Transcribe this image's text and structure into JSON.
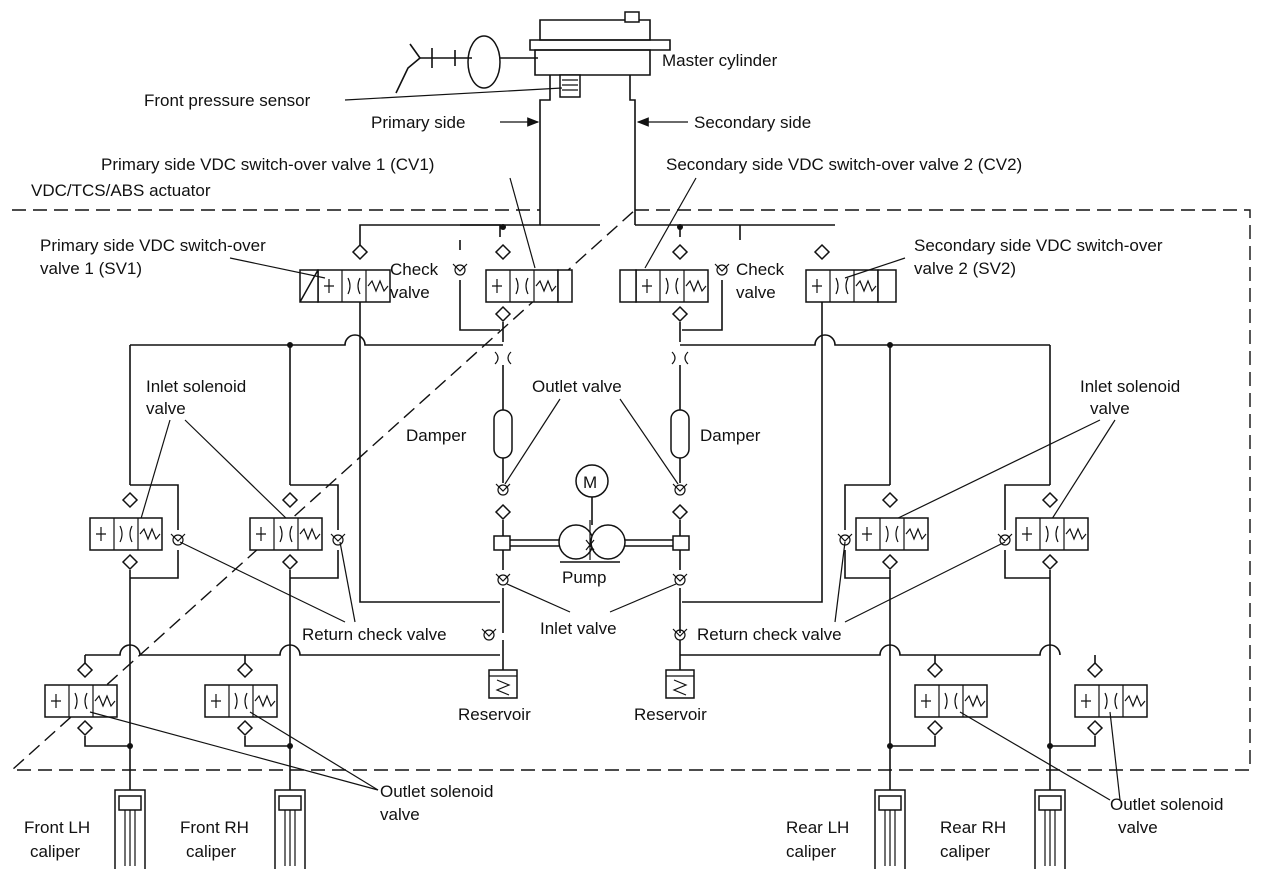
{
  "labels": {
    "master_cylinder": "Master cylinder",
    "front_pressure_sensor": "Front pressure sensor",
    "primary_side": "Primary side",
    "secondary_side": "Secondary side",
    "cv1": "Primary side VDC switch-over valve 1 (CV1)",
    "cv2": "Secondary side VDC switch-over valve 2 (CV2)",
    "actuator": "VDC/TCS/ABS actuator",
    "sv1_line1": "Primary side VDC switch-over",
    "sv1_line2": "valve 1 (SV1)",
    "sv2_line1": "Secondary side VDC switch-over",
    "sv2_line2": "valve 2 (SV2)",
    "check_line1": "Check",
    "check_line2": "valve",
    "inlet_solenoid_line1": "Inlet solenoid",
    "inlet_solenoid_line2": "valve",
    "outlet_valve": "Outlet valve",
    "damper": "Damper",
    "pump": "Pump",
    "motor": "M",
    "inlet_valve": "Inlet valve",
    "return_check_valve": "Return check valve",
    "reservoir": "Reservoir",
    "outlet_solenoid_line1": "Outlet solenoid",
    "outlet_solenoid_line2": "valve",
    "front_lh_line1": "Front LH",
    "front_rh_line1": "Front RH",
    "rear_lh_line1": "Rear  LH",
    "rear_rh_line1": "Rear  RH",
    "caliper": "caliper"
  },
  "colors": {
    "ink": "#111111",
    "background": "#ffffff"
  }
}
